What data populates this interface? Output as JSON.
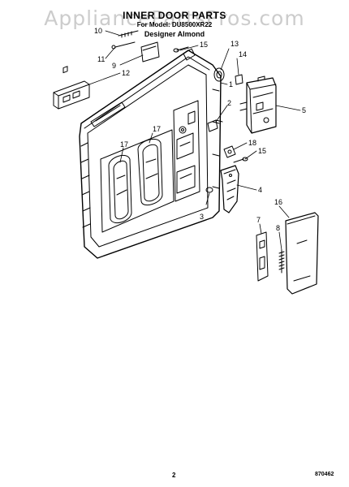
{
  "header": {
    "title": "INNER DOOR PARTS",
    "model_line": "For Model: DU8500XR22",
    "variant": "Designer Almond"
  },
  "watermark": "AppliancePartsPros.com",
  "footer": {
    "page_number": "2",
    "reference_code": "870462"
  },
  "callouts": {
    "c1": "1",
    "c2": "2",
    "c3": "3",
    "c4": "4",
    "c5": "5",
    "c7": "7",
    "c8": "8",
    "c9": "9",
    "c10": "10",
    "c11": "11",
    "c12": "12",
    "c13": "13",
    "c14": "14",
    "c15a": "15",
    "c15b": "15",
    "c16": "16",
    "c17a": "17",
    "c17b": "17",
    "c18": "18"
  }
}
